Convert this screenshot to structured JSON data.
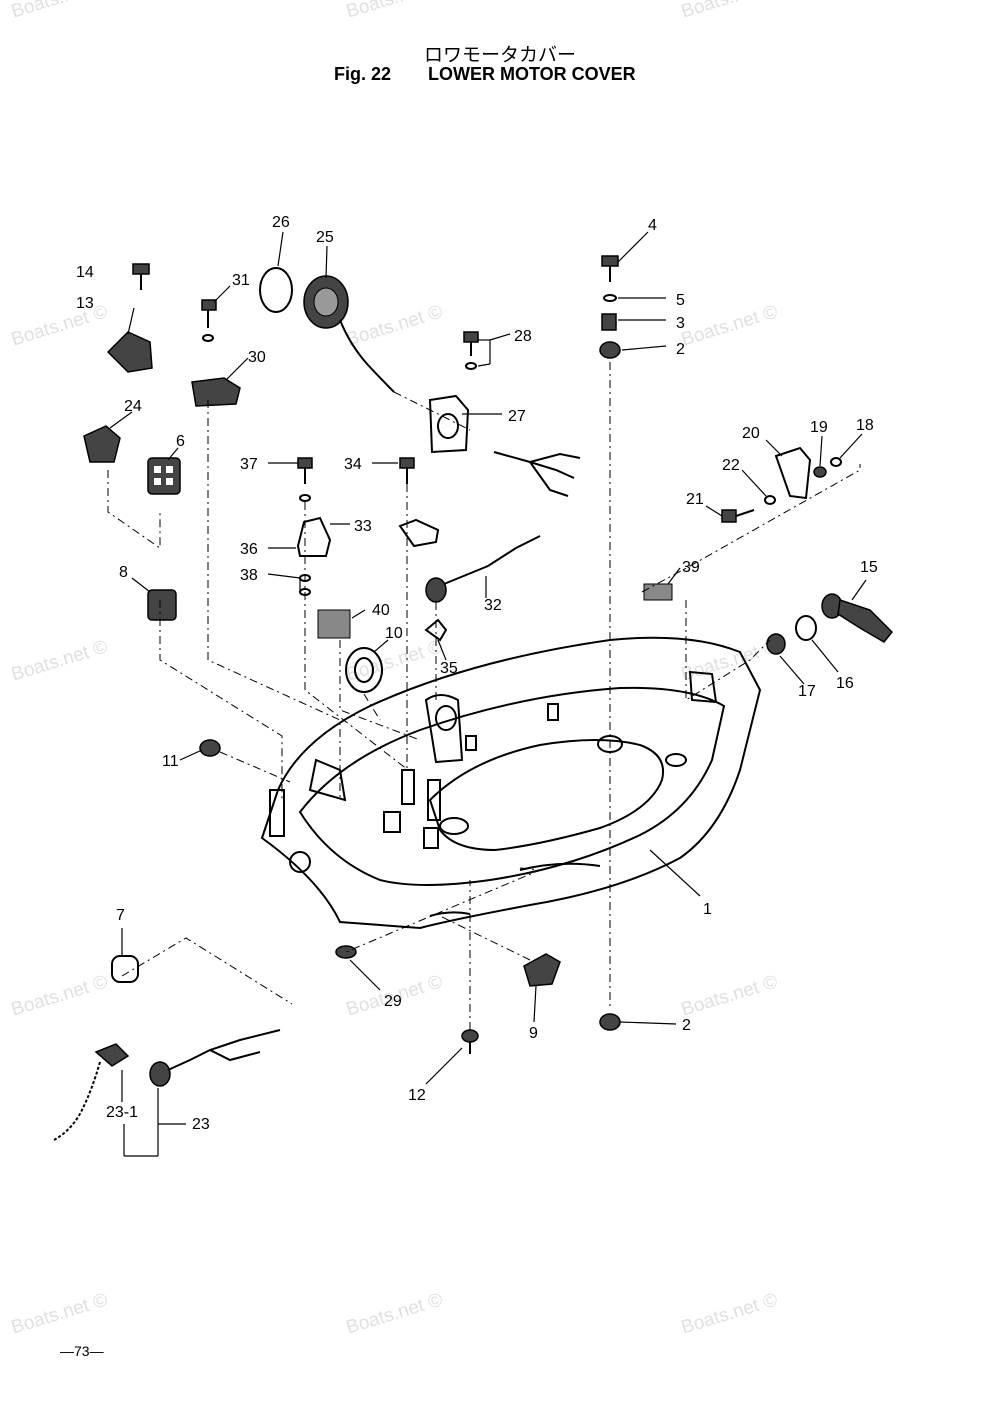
{
  "header": {
    "title_jp": "ロワモータカバー",
    "fig_number": "Fig. 22",
    "fig_title": "LOWER MOTOR COVER"
  },
  "page_number": "—73—",
  "watermarks": [
    "Boats.net ©",
    "Boats.net ©",
    "Boats.net ©",
    "Boats.net ©",
    "Boats.net ©",
    "Boats.net ©",
    "Boats.net ©",
    "Boats.net ©",
    "Boats.net ©",
    "Boats.net ©",
    "Boats.net ©",
    "Boats.net ©",
    "Boats.net ©",
    "Boats.net ©",
    "Boats.net ©"
  ],
  "callouts": {
    "c1": "1",
    "c2a": "2",
    "c2b": "2",
    "c3": "3",
    "c4": "4",
    "c5": "5",
    "c6": "6",
    "c7": "7",
    "c8": "8",
    "c9": "9",
    "c10": "10",
    "c11": "11",
    "c12": "12",
    "c13": "13",
    "c14": "14",
    "c15": "15",
    "c16": "16",
    "c17": "17",
    "c18": "18",
    "c19": "19",
    "c20": "20",
    "c21": "21",
    "c22": "22",
    "c23": "23",
    "c23_1": "23-1",
    "c24": "24",
    "c25": "25",
    "c26": "26",
    "c27": "27",
    "c28": "28",
    "c29": "29",
    "c30": "30",
    "c31": "31",
    "c32": "32",
    "c33": "33",
    "c34": "34",
    "c35": "35",
    "c36": "36",
    "c37": "37",
    "c38": "38",
    "c39": "39",
    "c40": "40"
  }
}
